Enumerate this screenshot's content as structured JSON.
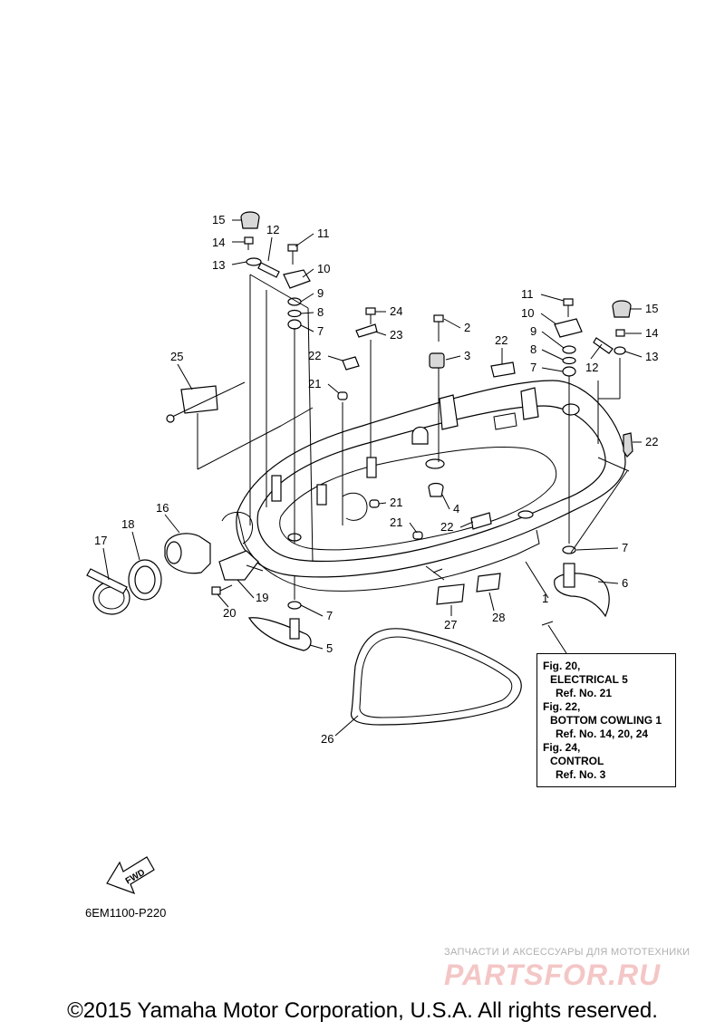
{
  "callouts": [
    "1",
    "2",
    "3",
    "4",
    "5",
    "6",
    "7",
    "8",
    "9",
    "10",
    "11",
    "12",
    "13",
    "14",
    "15",
    "16",
    "17",
    "18",
    "19",
    "20",
    "21",
    "22",
    "23",
    "24",
    "25",
    "26",
    "27",
    "28"
  ],
  "reference_box": {
    "lines": [
      "Fig. 20,",
      "ELECTRICAL 5",
      "Ref. No. 21",
      "Fig. 22,",
      "BOTTOM COWLING 1",
      "Ref. No. 14, 20, 24",
      "Fig. 24,",
      "CONTROL",
      "Ref. No. 3"
    ]
  },
  "fwd_label": "FWD",
  "diagram_code": "6EM1100-P220",
  "watermark": {
    "line1": "ЗАПЧАСТИ И АКСЕССУАРЫ ДЛЯ МОТОТЕХНИКИ",
    "line2": "PARTSFOR.RU"
  },
  "copyright": "©2015 Yamaha Motor Corporation, U.S.A. All rights reserved."
}
